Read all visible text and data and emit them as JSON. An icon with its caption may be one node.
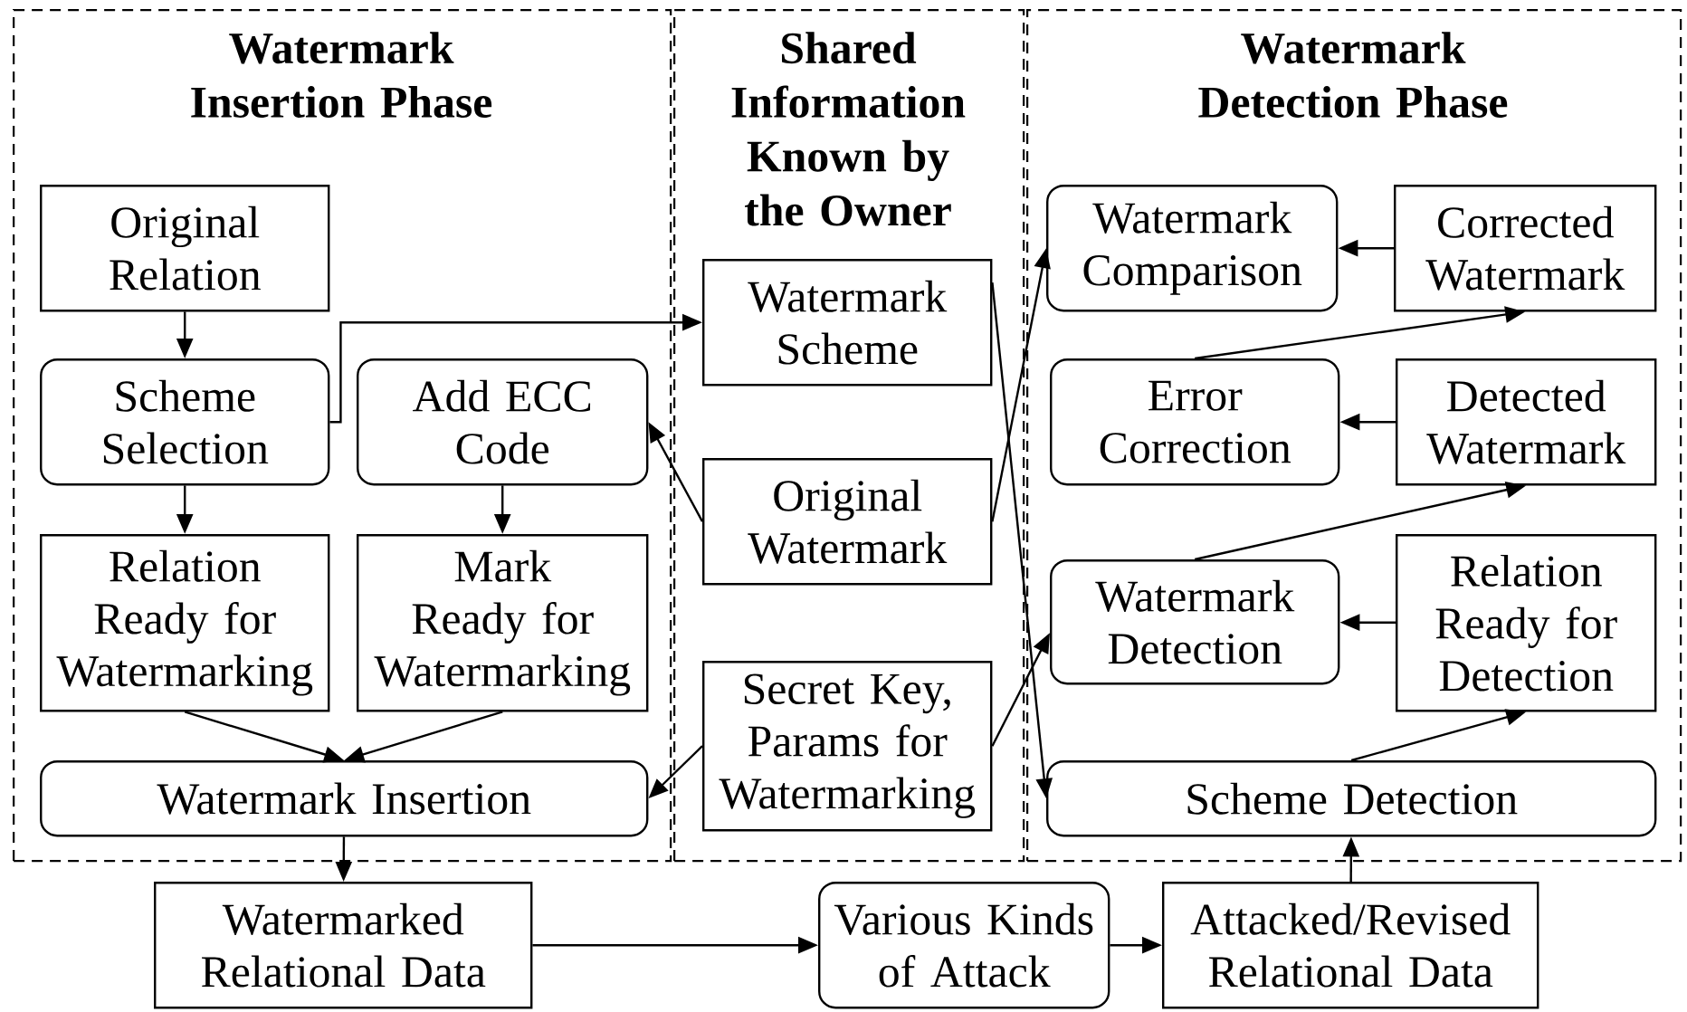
{
  "diagram": {
    "nodes": [
      {
        "text": [
          "Watermark Insertion Phase"
        ]
      },
      {
        "text": [
          "Shared Information Known by the Owner"
        ]
      },
      {
        "text": [
          "Watermark Detection Phase"
        ]
      },
      {
        "text": [
          "Original Relation"
        ],
        "in": 0
      },
      {
        "text": [
          "Scheme Selection"
        ],
        "in": 0
      },
      {
        "text": [
          "Add ECC Code"
        ],
        "in": 0
      },
      {
        "text": [
          "Relation Ready for Watermarking"
        ],
        "in": 0
      },
      {
        "text": [
          "Mark Ready for Watermarking"
        ],
        "in": 0
      },
      {
        "text": [
          "Watermark Insertion"
        ],
        "in": 0
      },
      {
        "text": [
          "Watermark Scheme"
        ],
        "in": 1
      },
      {
        "text": [
          "Original Watermark"
        ],
        "in": 1
      },
      {
        "text": [
          "Secret Key, Params for Watermarking"
        ],
        "in": 1
      },
      {
        "text": [
          "Watermark Comparison"
        ],
        "in": 2
      },
      {
        "text": [
          "Corrected Watermark"
        ],
        "in": 2
      },
      {
        "text": [
          "Error Correction"
        ],
        "in": 2
      },
      {
        "text": [
          "Detected Watermark"
        ],
        "in": 2
      },
      {
        "text": [
          "Watermark Detection"
        ],
        "in": 2
      },
      {
        "text": [
          "Relation Ready for Detection"
        ],
        "in": 2
      },
      {
        "text": [
          "Scheme Detection"
        ],
        "in": 2
      },
      {
        "text": [
          "Watermarked Relational Data"
        ]
      },
      {
        "text": [
          "Various Kinds of Attack"
        ]
      },
      {
        "text": [
          "Attacked/Revised Relational Data"
        ]
      }
    ],
    "edges": [
      {
        "from": 3,
        "to": 4,
        "arrow": "to"
      },
      {
        "from": 4,
        "to": 6,
        "arrow": "to"
      },
      {
        "from": 5,
        "to": 7,
        "arrow": "to"
      },
      {
        "from": 6,
        "to": 8,
        "arrow": "to"
      },
      {
        "from": 7,
        "to": 8,
        "arrow": "to"
      },
      {
        "from": 4,
        "to": 9,
        "arrow": "to"
      },
      {
        "from": 10,
        "to": 5,
        "arrow": "to"
      },
      {
        "from": 11,
        "to": 8,
        "arrow": "to"
      },
      {
        "from": 10,
        "to": 12,
        "arrow": "to"
      },
      {
        "from": 9,
        "to": 18,
        "arrow": "to"
      },
      {
        "from": 11,
        "to": 16,
        "arrow": "to"
      },
      {
        "from": 13,
        "to": 12,
        "arrow": "to"
      },
      {
        "from": 14,
        "to": 13,
        "arrow": "to"
      },
      {
        "from": 15,
        "to": 14,
        "arrow": "to"
      },
      {
        "from": 16,
        "to": 15,
        "arrow": "to"
      },
      {
        "from": 17,
        "to": 16,
        "arrow": "to"
      },
      {
        "from": 18,
        "to": 17,
        "arrow": "to"
      },
      {
        "from": 8,
        "to": 19,
        "arrow": "to"
      },
      {
        "from": 19,
        "to": 20,
        "arrow": "to"
      },
      {
        "from": 20,
        "to": 21,
        "arrow": "to"
      },
      {
        "from": 21,
        "to": 18,
        "arrow": "to"
      }
    ]
  }
}
